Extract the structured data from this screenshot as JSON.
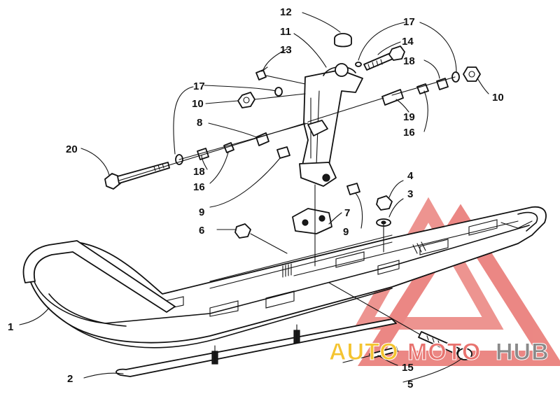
{
  "callouts": [
    "1",
    "2",
    "3",
    "4",
    "5",
    "6",
    "7",
    "8",
    "9",
    "9",
    "10",
    "10",
    "11",
    "12",
    "13",
    "14",
    "15",
    "16",
    "16",
    "17",
    "17",
    "18",
    "18",
    "19",
    "20"
  ],
  "watermark": {
    "auto": "AUTO",
    "moto": "MOTO",
    "hub": "HUB",
    "accent_color": "#f4c430",
    "logo_color": "#e8736f",
    "hub_color": "#8a8a8a"
  }
}
